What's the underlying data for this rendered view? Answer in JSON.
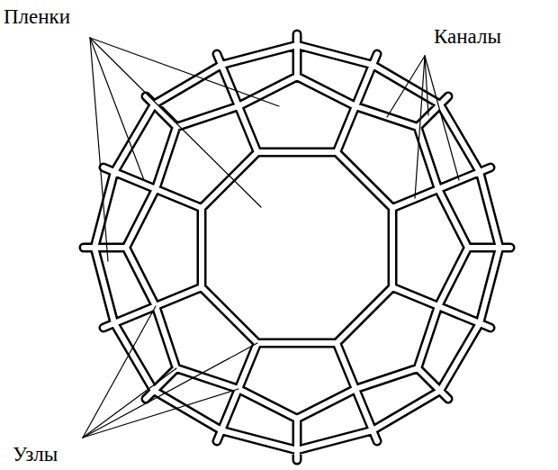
{
  "diagram": {
    "labels": [
      "Пленки",
      "Каналы",
      "Узлы"
    ]
  }
}
